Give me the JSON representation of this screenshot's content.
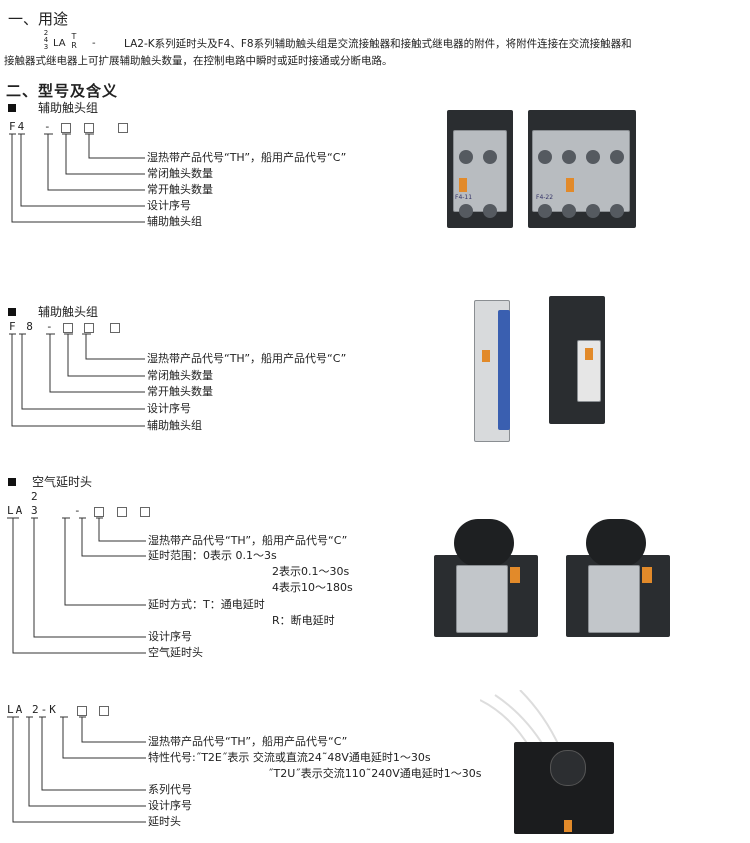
{
  "section1": {
    "title": "一、用途",
    "prefix_stack": "2 4 3",
    "prefix_code": "LA",
    "prefix_tr": "T R",
    "prefix_dash": "-",
    "line1": "LA2-K系列延时头及F4、F8系列辅助触头组是交流接触器和接触式继电器的附件，将附件连接在交流接触器和",
    "line2": "接触器式继电器上可扩展辅助触头数量，在控制电路中瞬时或延时接通或分断电路。"
  },
  "section2": {
    "title": "二、型号及含义"
  },
  "f4": {
    "heading": "辅助触头组",
    "code": "F4",
    "dash": "-",
    "labels": [
      "湿热带产品代号“TH”，船用产品代号“C”",
      "常闭触头数量",
      "常开触头数量",
      "设计序号",
      "辅助触头组"
    ],
    "image_labels": [
      "F4-11",
      "F4-22"
    ]
  },
  "f8": {
    "heading": "辅助触头组",
    "code": "F 8",
    "dash": "-",
    "labels": [
      "湿热带产品代号“TH”，船用产品代号“C”",
      "常闭触头数量",
      "常开触头数量",
      "设计序号",
      "辅助触头组"
    ]
  },
  "la23": {
    "heading": "空气延时头",
    "code": "LA",
    "sup": "2",
    "digit": "3",
    "dash": "-",
    "labels": [
      "湿热带产品代号“TH”，船用产品代号“C”",
      "延时范围：0表示 0.1～3s",
      "2表示0.1～30s",
      "4表示10～180s",
      "延时方式：T：通电延时",
      "R：断电延时",
      "设计序号",
      "空气延时头"
    ]
  },
  "la2k": {
    "code": "LA",
    "series": "2-K",
    "labels": [
      "湿热带产品代号“TH”，船用产品代号“C”",
      "特性代号:˝T2E˝表示 交流或直流24˜48V通电延时1～30s",
      "˝T2U˝表示交流110˜240V通电延时1～30s",
      "系列代号",
      "设计序号",
      "延时头"
    ]
  }
}
